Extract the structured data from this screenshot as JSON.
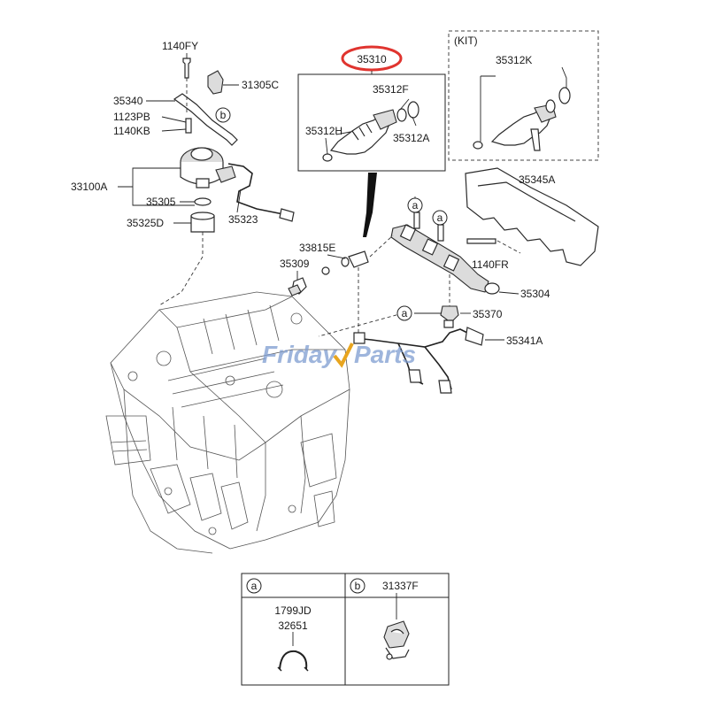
{
  "diagram": {
    "highlighted_part": "35310",
    "highlight_color": "#e0342f",
    "watermark_color": "#7d9cd0",
    "kit_title": "(KIT)",
    "labels": {
      "p1140FY": "1140FY",
      "p31305C": "31305C",
      "p35340": "35340",
      "p1123PB": "1123PB",
      "p1140KB": "1140KB",
      "p33100A": "33100A",
      "p35305": "35305",
      "p35325D": "35325D",
      "p35323": "35323",
      "p35310": "35310",
      "p35312F": "35312F",
      "p35312H": "35312H",
      "p35312A": "35312A",
      "p35312K": "35312K",
      "p35345A": "35345A",
      "p33815E": "33815E",
      "p35309": "35309",
      "p1140FR": "1140FR",
      "p35304": "35304",
      "p35370": "35370",
      "p35341A": "35341A"
    },
    "tags": {
      "a": "a",
      "b": "b"
    },
    "legend": {
      "col_a_tag": "a",
      "col_b_tag": "b",
      "col_b_part": "31337F",
      "col_a_part_1": "1799JD",
      "col_a_part_2": "32651"
    },
    "watermark": {
      "part1": "Friday",
      "part2": "Parts"
    }
  }
}
